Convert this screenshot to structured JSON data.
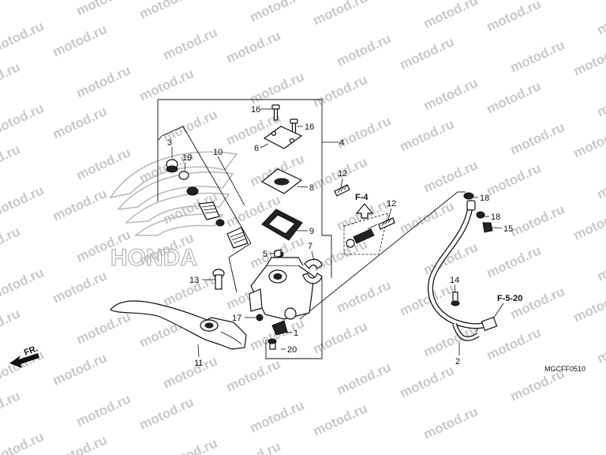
{
  "watermark": "motod.ru",
  "diagram_code": "MGCFF0510",
  "direction_label": "FR.",
  "brand_watermark": "HONDA",
  "section_refs": {
    "f4": "F-4",
    "f520": "F-5-20"
  },
  "callouts": {
    "c1": "1",
    "c2": "2",
    "c3": "3",
    "c4": "4",
    "c5": "5",
    "c6": "6",
    "c7": "7",
    "c8": "8",
    "c9": "9",
    "c10": "10",
    "c11": "11",
    "c12a": "12",
    "c12b": "12",
    "c13": "13",
    "c14": "14",
    "c15": "15",
    "c16a": "16",
    "c16b": "16",
    "c17": "17",
    "c18a": "18",
    "c18b": "18",
    "c19": "19",
    "c20": "20"
  }
}
